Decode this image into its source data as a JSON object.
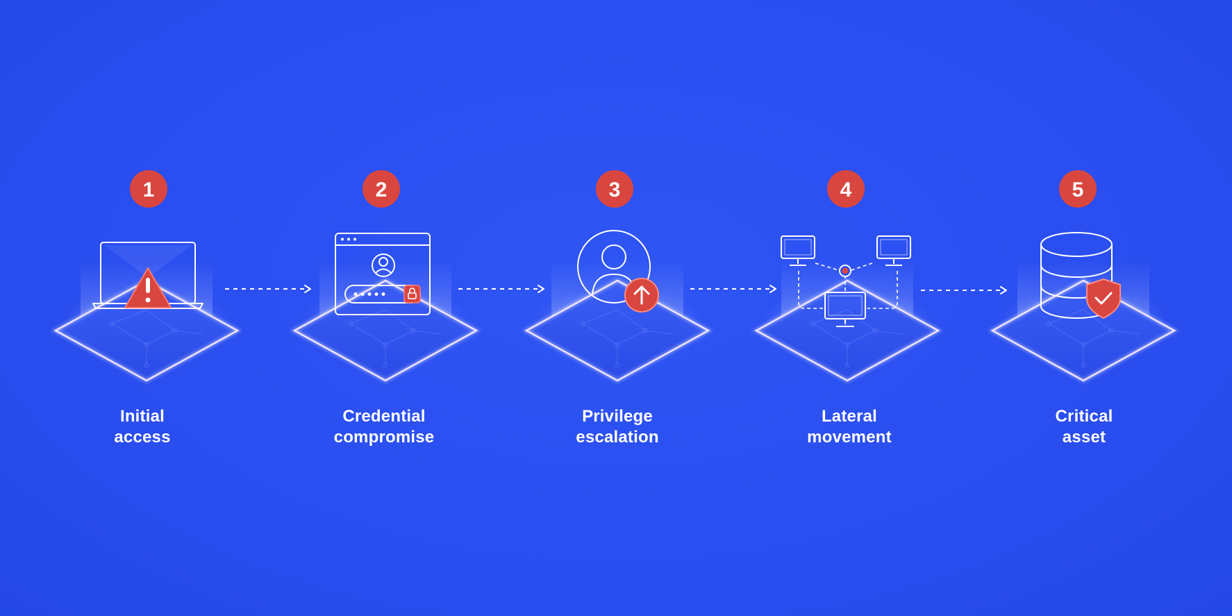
{
  "steps": [
    {
      "number": "1",
      "line1": "Initial",
      "line2": "access",
      "icon": "laptop-warning-icon"
    },
    {
      "number": "2",
      "line1": "Credential",
      "line2": "compromise",
      "icon": "login-window-lock-icon"
    },
    {
      "number": "3",
      "line1": "Privilege",
      "line2": "escalation",
      "icon": "user-arrow-up-icon"
    },
    {
      "number": "4",
      "line1": "Lateral",
      "line2": "movement",
      "icon": "network-computers-icon"
    },
    {
      "number": "5",
      "line1": "Critical",
      "line2": "asset",
      "icon": "database-shield-icon"
    }
  ],
  "colors": {
    "background": "#2a4ff0",
    "badge": "#d9463f",
    "line": "#ffffff"
  }
}
